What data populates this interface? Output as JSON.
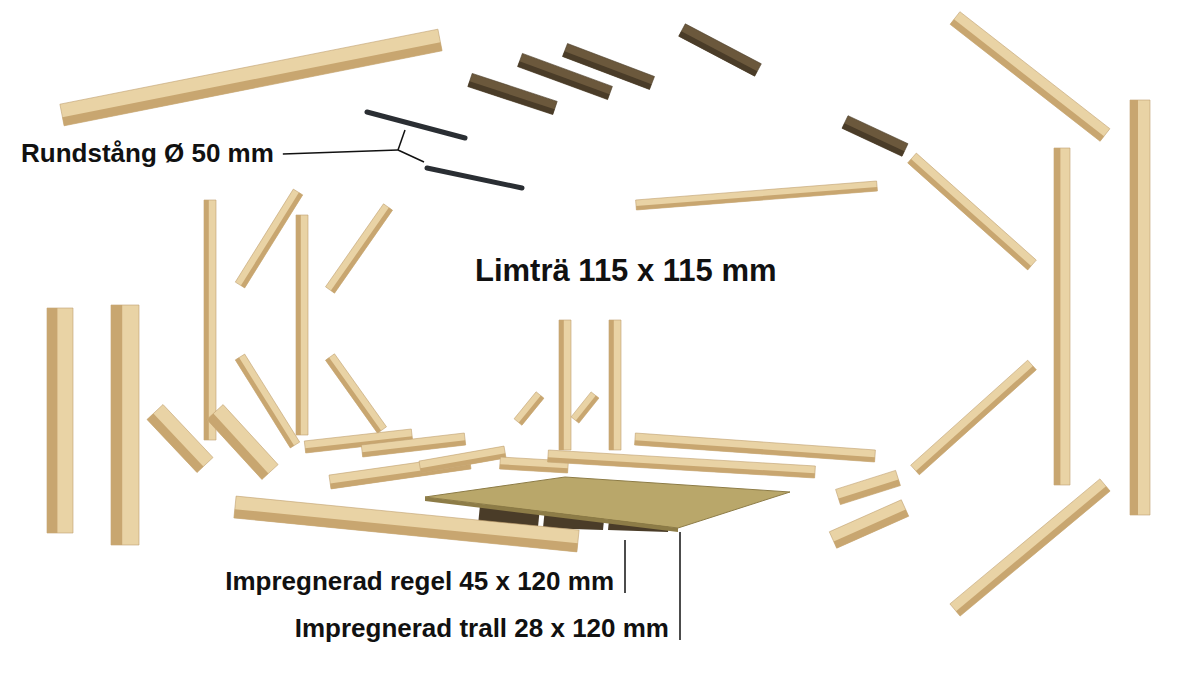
{
  "diagram": {
    "labels": [
      "Rundstång Ø 50 mm",
      "Limträ 115 x 115 mm",
      "Impregnerad regel 45 x 120 mm",
      "Impregnerad trall 28 x 120 mm"
    ]
  }
}
